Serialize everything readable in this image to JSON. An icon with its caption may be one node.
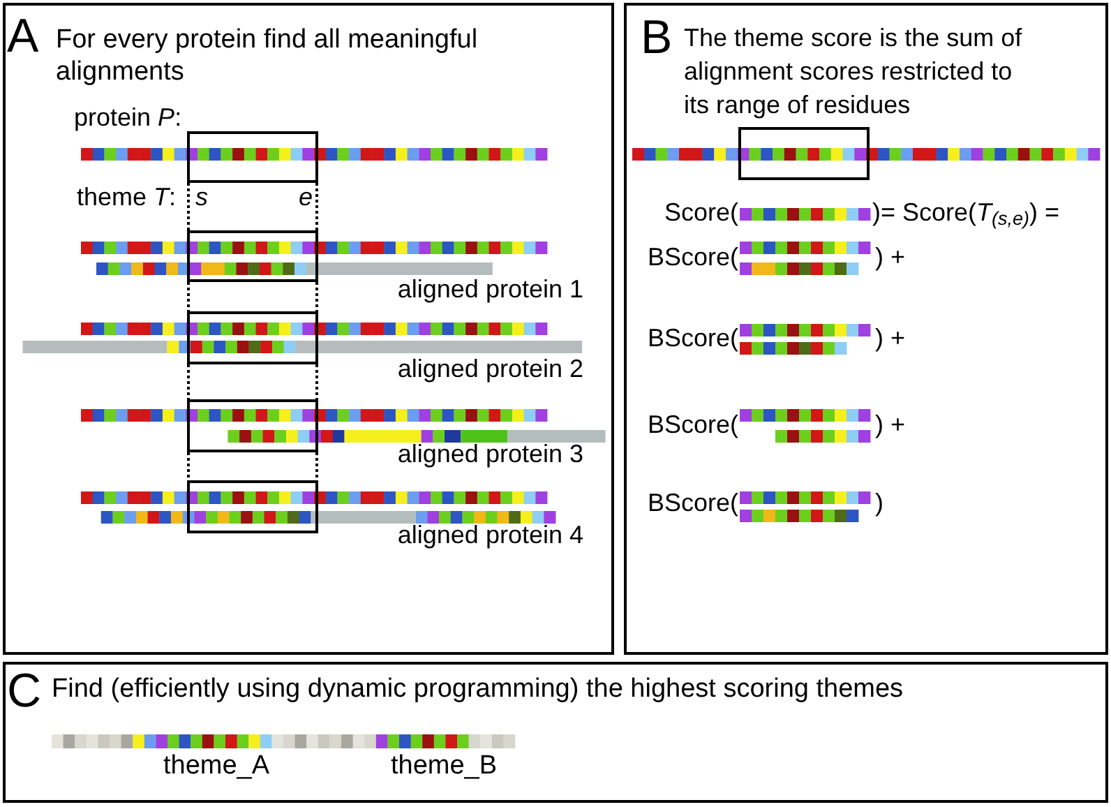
{
  "diagram": {
    "nodes": [
      {
        "text": [
          "A",
          "For every protein find all meaningful alignments"
        ]
      },
      {
        "text": [],
        "shape": "box",
        "in": 0
      },
      {
        "text": [],
        "shape": "box",
        "in": 0
      },
      {
        "text": [],
        "shape": "box",
        "in": 0
      },
      {
        "text": [],
        "shape": "box",
        "in": 0
      },
      {
        "text": [],
        "shape": "box",
        "in": 0
      },
      {
        "text": [
          "B",
          "The theme score is the sum of alignment scores restricted to its range of residues"
        ]
      },
      {
        "text": [],
        "shape": "box",
        "in": 6
      },
      {
        "text": [
          "C",
          "Find (efficiently using dynamic programming) the highest scoring themes"
        ]
      }
    ],
    "edges": [
      {
        "from": 1,
        "to": 2,
        "arrow": "none",
        "style": "dashed"
      },
      {
        "from": 1,
        "to": 2,
        "arrow": "none",
        "style": "dashed"
      },
      {
        "from": 2,
        "to": 3,
        "arrow": "none",
        "style": "dashed"
      },
      {
        "from": 2,
        "to": 3,
        "arrow": "none",
        "style": "dashed"
      },
      {
        "from": 3,
        "to": 4,
        "arrow": "none",
        "style": "dashed"
      },
      {
        "from": 3,
        "to": 4,
        "arrow": "none",
        "style": "dashed"
      },
      {
        "from": 4,
        "to": 5,
        "arrow": "none",
        "style": "dashed"
      },
      {
        "from": 4,
        "to": 5,
        "arrow": "none",
        "style": "dashed"
      }
    ],
    "labels": [
      "protein *P*:",
      "theme *T*:",
      "s",
      "e",
      "aligned protein 1",
      "aligned protein 2",
      "aligned protein 3",
      "aligned protein 4",
      "Score(",
      ")= Score(*T*$_{(s,e)}$) =",
      "BScore(",
      ") +",
      "BScore(",
      ") +",
      "BScore(",
      ") +",
      "BScore(",
      ")",
      "theme_A",
      "theme_B"
    ]
  }
}
